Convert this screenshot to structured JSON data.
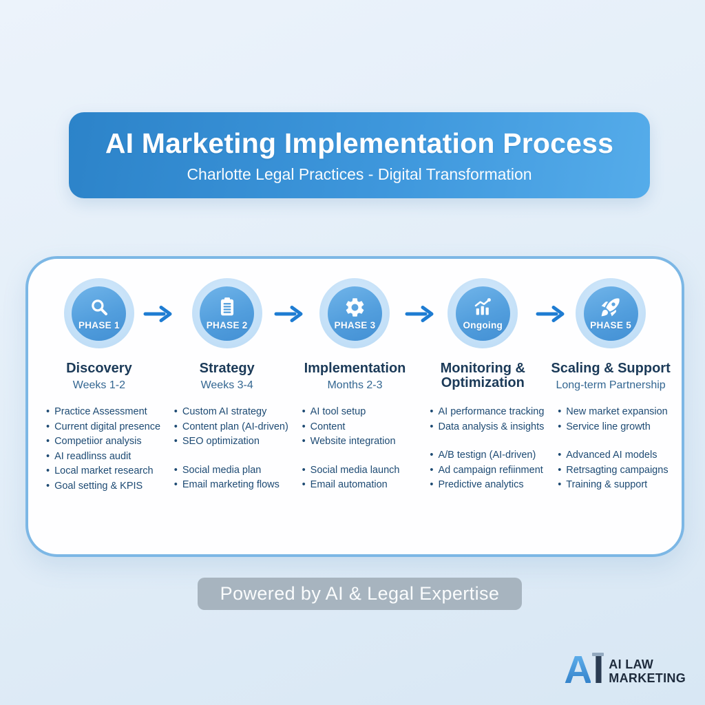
{
  "colors": {
    "header_gradient_start": "#2C83C9",
    "header_gradient_end": "#55ACEA",
    "card_border": "#7CB7E5",
    "circle_fill": "#529EDD",
    "circle_halo": "#C2DFF7",
    "arrow_blue": "#1E7CD2",
    "title_navy": "#1B3A58",
    "bullet_navy": "#1D4A73",
    "pill_gray": "#A7B4BF"
  },
  "header": {
    "title": "AI Marketing Implementation Process",
    "subtitle": "Charlotte Legal Practices - Digital Transformation"
  },
  "phases": [
    {
      "icon": "magnifier-icon",
      "badge": "PHASE 1",
      "title": "Discovery",
      "timeframe": "Weeks 1-2",
      "bullet_groups": [
        [
          "Practice Assessment",
          "Current digital presence",
          "Competiior analysis",
          "AI readlinss audit",
          "Local market research",
          "Goal setting & KPIS"
        ]
      ]
    },
    {
      "icon": "clipboard-icon",
      "badge": "PHASE 2",
      "title": "Strategy",
      "timeframe": "Weeks 3-4",
      "bullet_groups": [
        [
          "Custom AI strategy",
          "Content plan (AI-driven)",
          "SEO optimization"
        ],
        [
          "Social media plan",
          "Email marketing flows"
        ]
      ]
    },
    {
      "icon": "gear-icon",
      "badge": "PHASE 3",
      "title": "Implementation",
      "timeframe": "Months 2-3",
      "bullet_groups": [
        [
          "AI tool setup",
          "Content",
          "Website integration"
        ],
        [
          "Social media launch",
          "Email automation"
        ]
      ]
    },
    {
      "icon": "chart-icon",
      "badge": "Ongoing",
      "title": "Monitoring & Optimization",
      "timeframe": "",
      "bullet_groups": [
        [
          "AI performance tracking",
          "Data analysis & insights"
        ],
        [
          "A/B testign (AI-driven)",
          "Ad campaign refiinment",
          "Predictive analytics"
        ]
      ]
    },
    {
      "icon": "rocket-icon",
      "badge": "PHASE 5",
      "title": "Scaling & Support",
      "timeframe": "Long-term Partnership",
      "bullet_groups": [
        [
          "New market expansion",
          "Service line growth"
        ],
        [
          "Advanced AI models",
          "Retrsagting campaigns",
          "Training & support"
        ]
      ]
    }
  ],
  "footer": {
    "badge_label": "Powered by AI & Legal Expertise"
  },
  "logo": {
    "mark_a": "A",
    "mark_i": "I",
    "line1": "AI LAW",
    "line2": "MARKETING"
  }
}
